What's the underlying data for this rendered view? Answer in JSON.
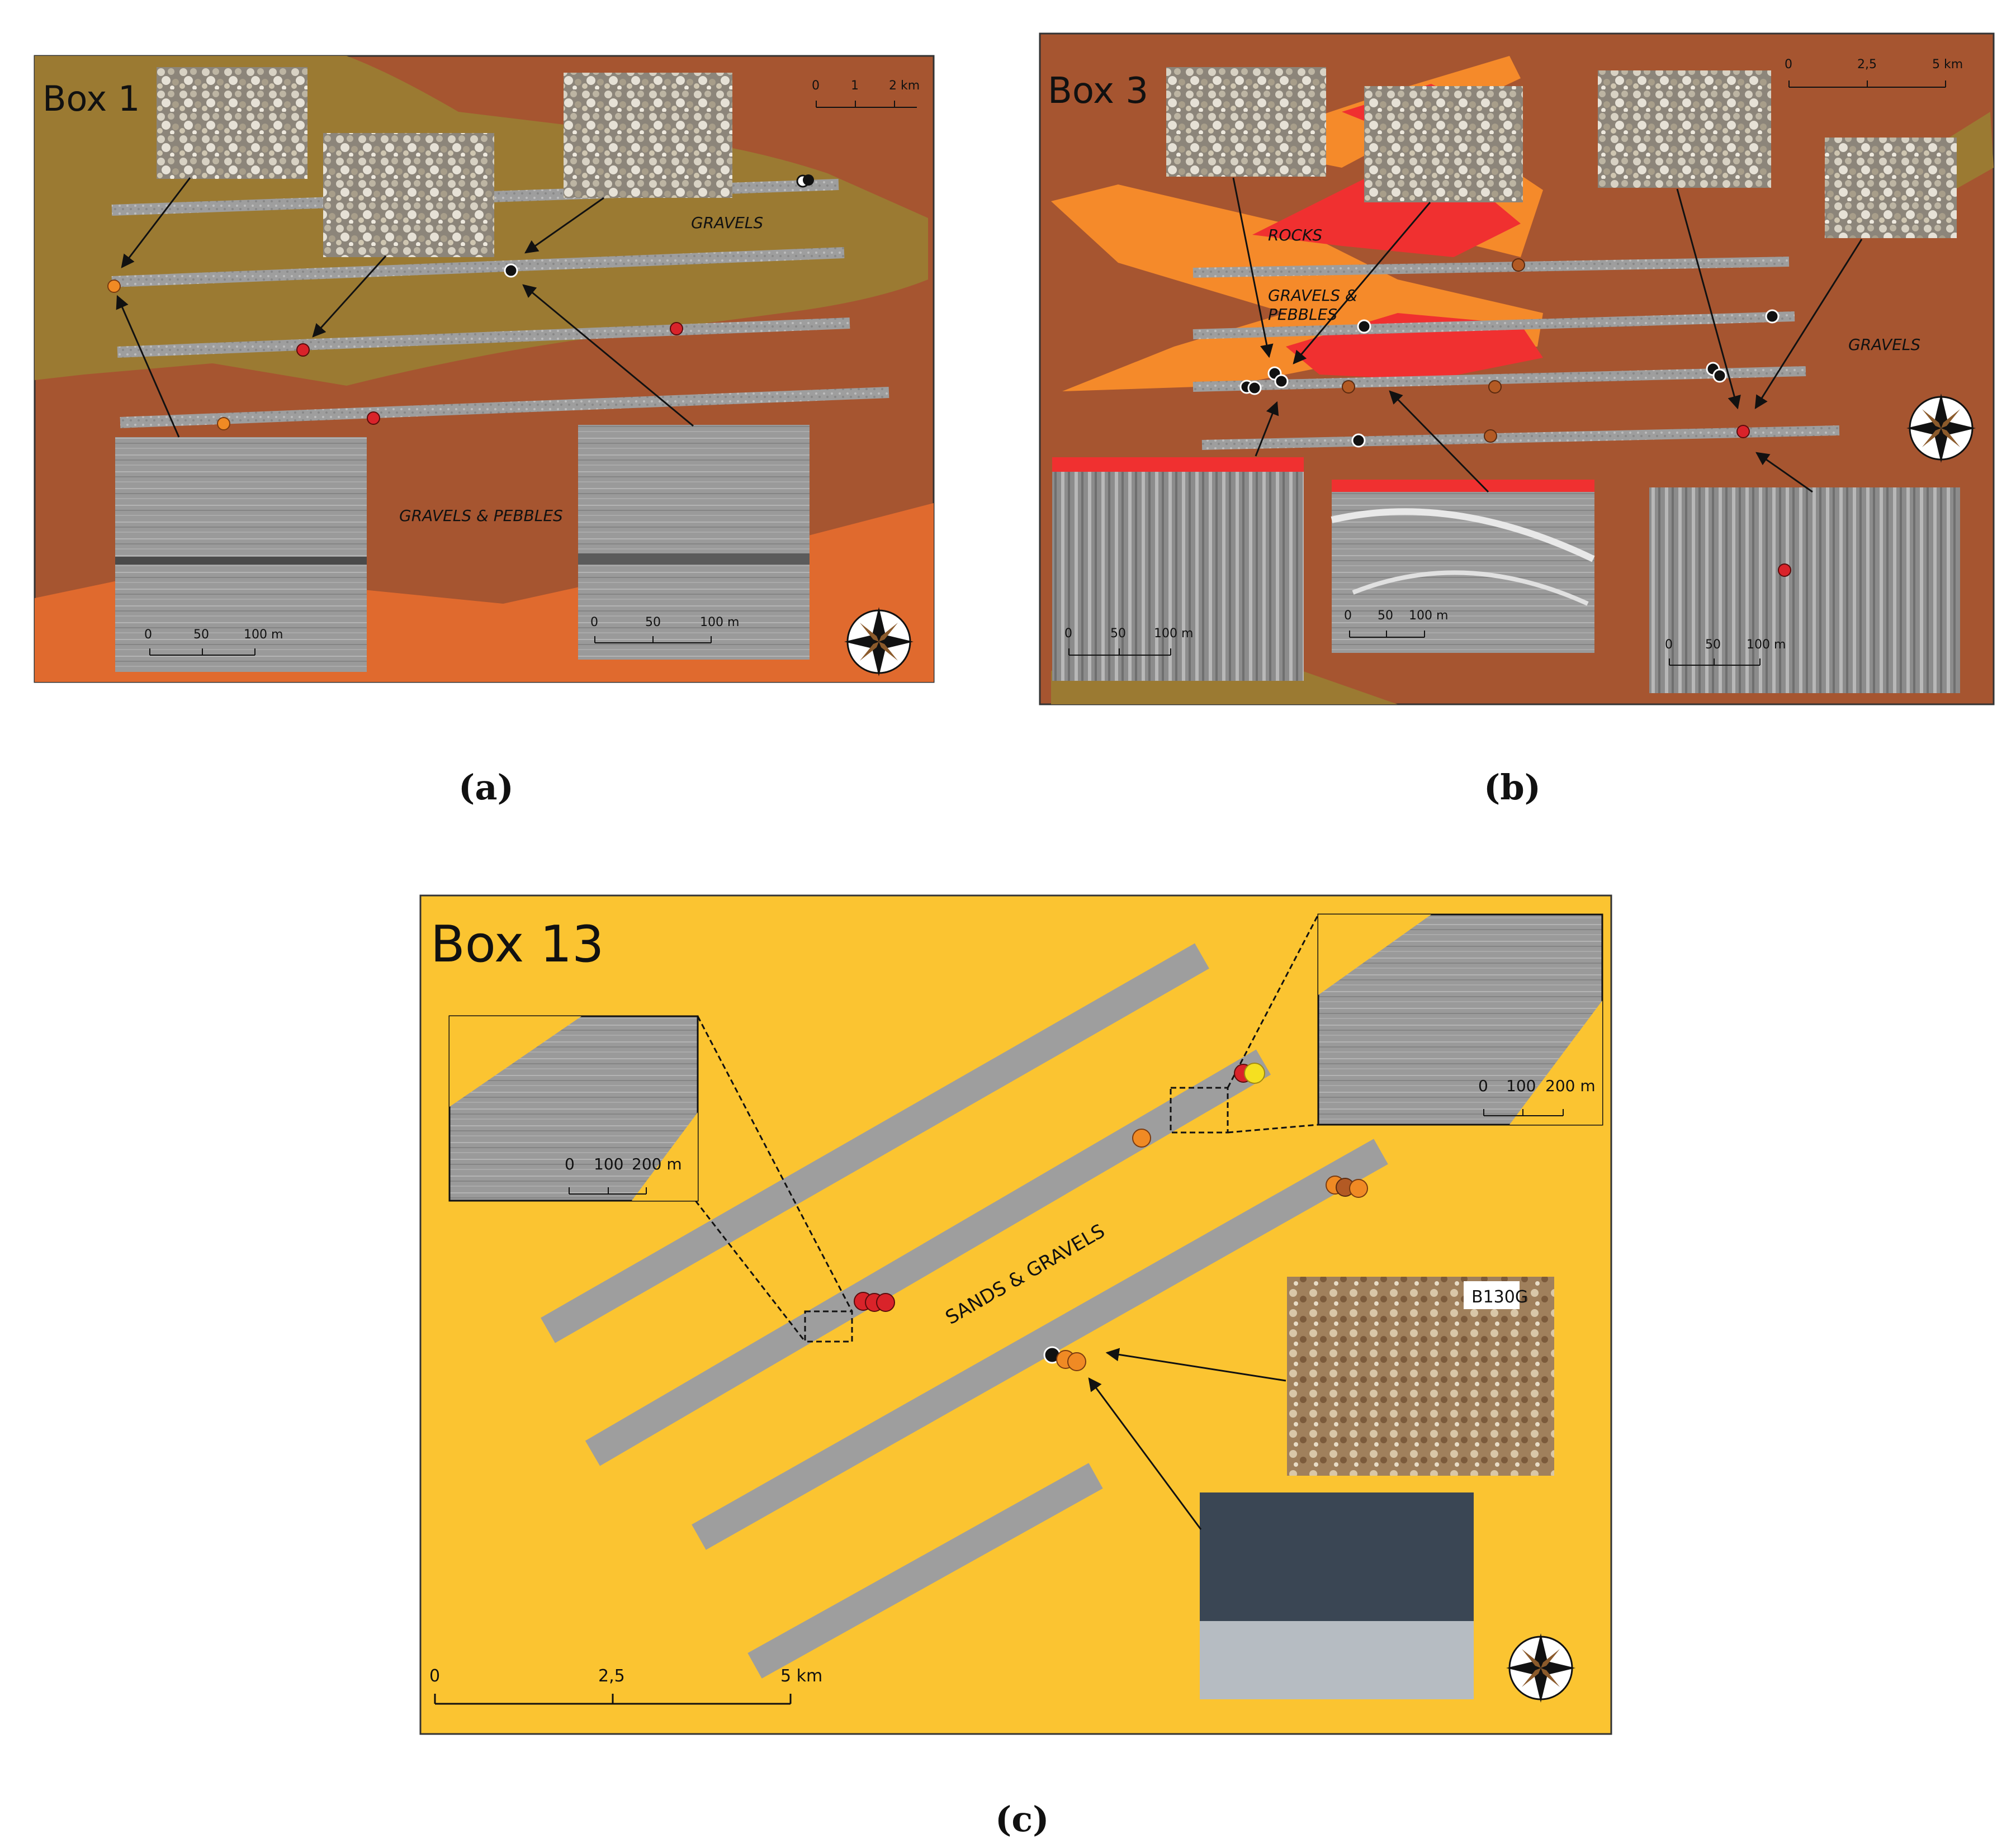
{
  "figure": {
    "captions": [
      "(a)",
      "(b)",
      "(c)"
    ]
  },
  "panel_a": {
    "title": "Box 1",
    "labels": {
      "gravels": "GRAVELS",
      "gravels_pebbles": "GRAVELS & PEBBLES"
    },
    "map_scale": {
      "ticks": [
        "0",
        "1",
        "2 km"
      ]
    },
    "sonar_scale_left": {
      "ticks": [
        "0",
        "50",
        "100 m"
      ]
    },
    "sonar_scale_right": {
      "ticks": [
        "0",
        "50",
        "100 m"
      ]
    }
  },
  "panel_b": {
    "title": "Box 3",
    "labels": {
      "rocks": "ROCKS",
      "gravels_pebbles_1": "GRAVELS &",
      "gravels_pebbles_2": "PEBBLES",
      "gravels": "GRAVELS"
    },
    "map_scale": {
      "ticks": [
        "0",
        "2,5",
        "5 km"
      ]
    },
    "sonar_scale_1": {
      "ticks": [
        "0",
        "50",
        "100 m"
      ]
    },
    "sonar_scale_2": {
      "ticks": [
        "0",
        "50",
        "100 m"
      ]
    },
    "sonar_scale_3": {
      "ticks": [
        "0",
        "50",
        "100 m"
      ]
    }
  },
  "panel_c": {
    "title": "Box 13",
    "labels": {
      "sands_gravels": "SANDS & GRAVELS"
    },
    "map_scale": {
      "ticks": [
        "0",
        "2,5",
        "5 km"
      ]
    },
    "inset_left_scale": {
      "ticks": [
        "0",
        "100",
        "200 m"
      ]
    },
    "inset_right_scale": {
      "ticks": [
        "0",
        "100",
        "200 m"
      ]
    },
    "sample_tag": "B130G"
  },
  "colors": {
    "brown_background": "#a65530",
    "olive_gravels": "#9b7a32",
    "orange_zone": "#e06a2e",
    "rock_red": "#f03030",
    "pebble_orange": "#f58a2a",
    "yellow_sand": "#fbc431",
    "track_grey": "#8a8a8a",
    "marker_black": "#111111",
    "marker_red": "#d9232a",
    "marker_orange": "#f08a24",
    "marker_yellow": "#f5e020",
    "marker_brown": "#b35a24"
  },
  "icons": [
    "compass-rose-icon",
    "arrow-icon"
  ]
}
